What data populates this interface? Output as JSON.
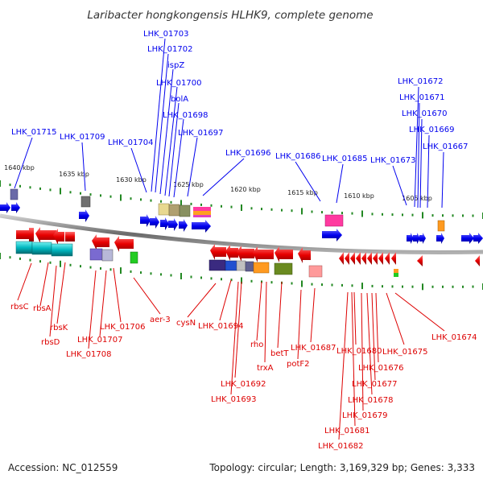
{
  "title": "Laribacter hongkongensis HLHK9, complete genome",
  "footer": {
    "accession": "Accession: NC_012559",
    "summary": "Topology: circular; Length: 3,169,329 bp; Genes: 3,333"
  },
  "scale_ticks": [
    "1640 kbp",
    "1635 kbp",
    "1630 kbp",
    "1625 kbp",
    "1620 kbp",
    "1615 kbp",
    "1610 kbp",
    "1605 kbp"
  ],
  "forward_genes": [
    "LHK_01703",
    "LHK_01702",
    "ispZ",
    "LHK_01700",
    "bolA",
    "LHK_01698",
    "LHK_01697",
    "LHK_01704",
    "LHK_01709",
    "LHK_01715",
    "LHK_01696",
    "LHK_01686",
    "LHK_01685",
    "LHK_01673",
    "LHK_01672",
    "LHK_01671",
    "LHK_01670",
    "LHK_01669",
    "LHK_01667"
  ],
  "reverse_genes": [
    "rbsC",
    "rbsA",
    "rbsK",
    "rbsD",
    "LHK_01706",
    "LHK_01707",
    "LHK_01708",
    "aer-3",
    "cysN",
    "LHK_01694",
    "LHK_01692",
    "LHK_01693",
    "rho",
    "trxA",
    "betT",
    "LHK_01687",
    "potF2",
    "LHK_01680",
    "LHK_01681",
    "LHK_01682",
    "LHK_01679",
    "LHK_01678",
    "LHK_01677",
    "LHK_01676",
    "LHK_01675",
    "LHK_01674"
  ],
  "colors": {
    "forward": "#0000ee",
    "reverse": "#dd0000",
    "backbone": "#888888",
    "tick": "#228822"
  }
}
